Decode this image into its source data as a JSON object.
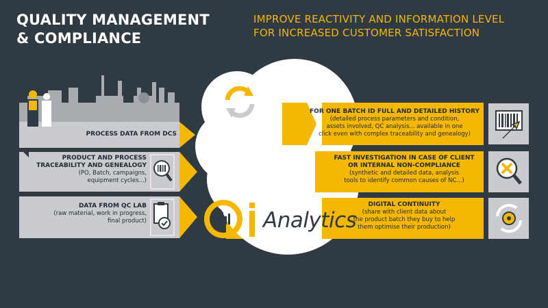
{
  "header": {
    "title_line1": "QUALITY MANAGEMENT",
    "title_line2": "& COMPLIANCE",
    "subtitle_line1": "IMPROVE REACTIVITY AND INFORMATION LEVEL",
    "subtitle_line2": "FOR INCREASED CUSTOMER SATISFACTION"
  },
  "sources": [
    {
      "title": "PROCESS DATA FROM DCS"
    },
    {
      "title_line1": "PRODUCT AND PROCESS",
      "title_line2": "TRACEABILITY AND GENEALOGY",
      "text_line1": "(PO, Batch, campaigns,",
      "text_line2": "equipment cycles...)"
    },
    {
      "title": "DATA FROM QC LAB",
      "text_line1": "(raw material, work in progress,",
      "text_line2": "final product)"
    }
  ],
  "benefits": [
    {
      "title": "FOR ONE BATCH ID FULL AND DETAILED HISTORY",
      "text_line1": "(detailed process parameters and condition,",
      "text_line2": "assets involved, QC analysis... available in one",
      "text_line3": "click even with complex traceability and genealogy)"
    },
    {
      "title_line1": "FAST INVESTIGATION IN CASE OF CLIENT",
      "title_line2": "OR INTERNAL NON-COMPLIANCE",
      "text_line1": "(synthetic and detailed data, analysis",
      "text_line2": "tools to identify common causes of NC...)"
    },
    {
      "title": "DIGITAL CONTINUITY",
      "text_line1": "(share with client data about",
      "text_line2": "the product batch they buy to help",
      "text_line3": "them optimise their production)"
    }
  ],
  "brand": {
    "analytics_label": "Analytics"
  },
  "icons": {
    "sync": "sync-arrows-icon",
    "barcode": "barcode-icon",
    "search_x": "magnifier-x-icon",
    "gear_cycle": "gear-cycle-icon",
    "traceability": "magnifier-barcode-icon",
    "qc_lab": "clipboard-check-icon",
    "plant": "industrial-plant-icon"
  },
  "colors": {
    "background": "#2f3a43",
    "accent": "#f5b800",
    "panel": "#c9cbce",
    "white": "#ffffff"
  }
}
